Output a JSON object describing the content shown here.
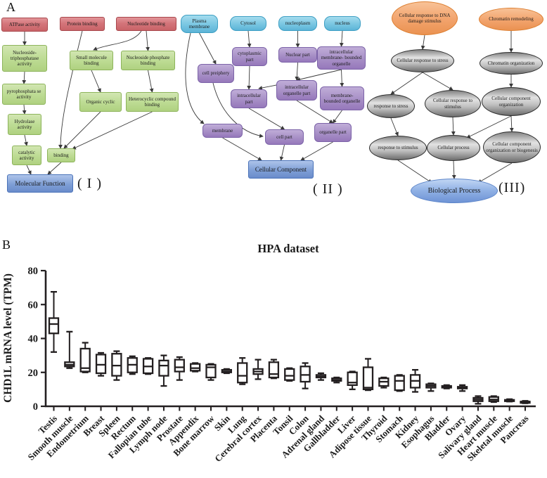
{
  "figure": {
    "panel_a_label": "A",
    "panel_b_label": "B",
    "group_label_1": "( I )",
    "group_label_2": "( II )",
    "group_label_3": "(III)"
  },
  "panel_a": {
    "nodes": [
      {
        "id": "atpase_activity",
        "label": "ATPase activity",
        "kind": "red"
      },
      {
        "id": "protein_binding",
        "label": "Protein binding",
        "kind": "red"
      },
      {
        "id": "nucleotide_binding",
        "label": "Nucleotide binding",
        "kind": "red"
      },
      {
        "id": "nts_activity",
        "label": "Nucleoside- triphosphatase activity",
        "kind": "green"
      },
      {
        "id": "small_molecule_binding",
        "label": "Small molecule binding",
        "kind": "green"
      },
      {
        "id": "nucleoside_phosphate_binding",
        "label": "Nucleoside phosphate binding",
        "kind": "green"
      },
      {
        "id": "pyrophosphatase_activity",
        "label": "pyrophosphata se activity",
        "kind": "green"
      },
      {
        "id": "organic_cyclic",
        "label": "Organic cyclic",
        "kind": "green"
      },
      {
        "id": "heterocyclic_binding",
        "label": "Heterocyclic compound binding",
        "kind": "green"
      },
      {
        "id": "hydrolase_activity",
        "label": "Hydrolase activity",
        "kind": "green"
      },
      {
        "id": "catalytic_activity",
        "label": "catalytic activity",
        "kind": "green"
      },
      {
        "id": "binding",
        "label": "binding",
        "kind": "green"
      },
      {
        "id": "molecular_function",
        "label": "Molecular Function",
        "kind": "blue"
      },
      {
        "id": "plasma_membrane",
        "label": "Plasma membrane",
        "kind": "cyan"
      },
      {
        "id": "cytosol",
        "label": "Cytosol",
        "kind": "cyan"
      },
      {
        "id": "nucleoplasm",
        "label": "nucleoplasm",
        "kind": "cyan"
      },
      {
        "id": "nucleus",
        "label": "nucleus",
        "kind": "cyan"
      },
      {
        "id": "cytoplasmic_part",
        "label": "cytoplasmic part",
        "kind": "purple"
      },
      {
        "id": "nuclear_part",
        "label": "Nuclear part",
        "kind": "purple"
      },
      {
        "id": "imb_organelle",
        "label": "intracellular membrane- bounded organelle",
        "kind": "purple"
      },
      {
        "id": "cell_periphery",
        "label": "cell preiphery",
        "kind": "purple"
      },
      {
        "id": "intracellular_part",
        "label": "intracellular part",
        "kind": "purple"
      },
      {
        "id": "intra_organelle_part",
        "label": "intracellular organelle part",
        "kind": "purple"
      },
      {
        "id": "mb_organelle",
        "label": "membrane- bounded organelle",
        "kind": "purple"
      },
      {
        "id": "membrane",
        "label": "membrane",
        "kind": "purple"
      },
      {
        "id": "cell_part",
        "label": "cell part",
        "kind": "purple"
      },
      {
        "id": "organelle_part",
        "label": "organelle part",
        "kind": "purple"
      },
      {
        "id": "cellular_component",
        "label": "Cellular Component",
        "kind": "blue"
      },
      {
        "id": "crdds",
        "label": "Cellular response to DNA damage stimulus",
        "kind": "ell-orange"
      },
      {
        "id": "chromatin_remodeling",
        "label": "Chromatin remodeling",
        "kind": "ell-orange"
      },
      {
        "id": "cr_stress",
        "label": "Cellular response to stress",
        "kind": "ell-gray"
      },
      {
        "id": "chromatin_organization",
        "label": "Chromatin organization",
        "kind": "ell-gray"
      },
      {
        "id": "response_stress",
        "label": "response to stress",
        "kind": "ell-gray"
      },
      {
        "id": "cr_stimulus",
        "label": "Cellular response to stimulus",
        "kind": "ell-gray"
      },
      {
        "id": "cc_organization",
        "label": "Cellular component organization",
        "kind": "ell-gray"
      },
      {
        "id": "response_stimulus",
        "label": "response to stimulus",
        "kind": "ell-gray"
      },
      {
        "id": "cellular_process",
        "label": "Cellular process",
        "kind": "ell-gray"
      },
      {
        "id": "cc_org_biogenesis",
        "label": "Cellular component organization or biogenesis",
        "kind": "ell-gray"
      },
      {
        "id": "biological_process",
        "label": "Biological Process",
        "kind": "ell-blue"
      }
    ],
    "edges": [
      {
        "from": "atpase_activity",
        "to": "nts_activity"
      },
      {
        "from": "nts_activity",
        "to": "pyrophosphatase_activity"
      },
      {
        "from": "pyrophosphatase_activity",
        "to": "hydrolase_activity"
      },
      {
        "from": "hydrolase_activity",
        "to": "catalytic_activity"
      },
      {
        "from": "catalytic_activity",
        "to": "molecular_function"
      },
      {
        "from": "protein_binding",
        "to": "binding"
      },
      {
        "from": "nucleotide_binding",
        "to": "small_molecule_binding"
      },
      {
        "from": "nucleotide_binding",
        "to": "nucleoside_phosphate_binding"
      },
      {
        "from": "small_molecule_binding",
        "to": "organic_cyclic"
      },
      {
        "from": "nucleoside_phosphate_binding",
        "to": "heterocyclic_binding"
      },
      {
        "from": "organic_cyclic",
        "to": "binding"
      },
      {
        "from": "heterocyclic_binding",
        "to": "binding"
      },
      {
        "from": "binding",
        "to": "molecular_function"
      },
      {
        "from": "plasma_membrane",
        "to": "cell_periphery"
      },
      {
        "from": "plasma_membrane",
        "to": "membrane"
      },
      {
        "from": "cytosol",
        "to": "cytoplasmic_part"
      },
      {
        "from": "nucleoplasm",
        "to": "nuclear_part"
      },
      {
        "from": "nucleus",
        "to": "imb_organelle"
      },
      {
        "from": "cytoplasmic_part",
        "to": "intracellular_part"
      },
      {
        "from": "nuclear_part",
        "to": "intra_organelle_part"
      },
      {
        "from": "imb_organelle",
        "to": "intra_organelle_part"
      },
      {
        "from": "imb_organelle",
        "to": "mb_organelle"
      },
      {
        "from": "cell_periphery",
        "to": "cell_part"
      },
      {
        "from": "intracellular_part",
        "to": "cell_part"
      },
      {
        "from": "intra_organelle_part",
        "to": "intracellular_part"
      },
      {
        "from": "intra_organelle_part",
        "to": "organelle_part"
      },
      {
        "from": "mb_organelle",
        "to": "organelle_part"
      },
      {
        "from": "membrane",
        "to": "cellular_component"
      },
      {
        "from": "cell_part",
        "to": "cellular_component"
      },
      {
        "from": "organelle_part",
        "to": "cellular_component"
      },
      {
        "from": "crdds",
        "to": "cr_stress"
      },
      {
        "from": "chromatin_remodeling",
        "to": "chromatin_organization"
      },
      {
        "from": "cr_stress",
        "to": "response_stress"
      },
      {
        "from": "cr_stress",
        "to": "cr_stimulus"
      },
      {
        "from": "chromatin_organization",
        "to": "cc_organization"
      },
      {
        "from": "response_stress",
        "to": "response_stimulus"
      },
      {
        "from": "cr_stimulus",
        "to": "cellular_process"
      },
      {
        "from": "cc_organization",
        "to": "cellular_process"
      },
      {
        "from": "cc_organization",
        "to": "cc_org_biogenesis"
      },
      {
        "from": "response_stimulus",
        "to": "biological_process"
      },
      {
        "from": "cellular_process",
        "to": "biological_process"
      },
      {
        "from": "cc_org_biogenesis",
        "to": "biological_process"
      }
    ]
  },
  "chart_data": {
    "type": "box",
    "title": "HPA dataset",
    "ylabel": "CHD1L mRNA level (TPM)",
    "ylim": [
      0,
      80
    ],
    "yticks": [
      0,
      20,
      40,
      60,
      80
    ],
    "grid": false,
    "categories": [
      "Testis",
      "Smooth muscle",
      "Endometrium",
      "Breast",
      "Spleen",
      "Rectum",
      "Fallopian tube",
      "Lymph node",
      "Prostate",
      "Appendix",
      "Bone marrow",
      "Skin",
      "Lung",
      "Cerebral cortex",
      "Placenta",
      "Tonsil",
      "Colon",
      "Adrenal gland",
      "Gallbladder",
      "Liver",
      "Adipose tissue",
      "Thyroid",
      "Stomach",
      "Kidney",
      "Esophagus",
      "Bladder",
      "Ovary",
      "Salivary gland",
      "Heart muscle",
      "Skeletal muscle",
      "Pancreas"
    ],
    "series": [
      {
        "name": "CHD1L mRNA level (TPM)",
        "boxes": [
          {
            "min": 32,
            "q1": 43,
            "med": 48.5,
            "q3": 52,
            "max": 67.5
          },
          {
            "min": 22.5,
            "q1": 23.5,
            "med": 24.5,
            "q3": 26,
            "max": 44
          },
          {
            "min": 20,
            "q1": 20.5,
            "med": 22.5,
            "q3": 34,
            "max": 37.5
          },
          {
            "min": 18,
            "q1": 19.5,
            "med": 24.5,
            "q3": 30.5,
            "max": 31.5
          },
          {
            "min": 15.5,
            "q1": 18,
            "med": 24,
            "q3": 31,
            "max": 32.5
          },
          {
            "min": 19,
            "q1": 20,
            "med": 24.5,
            "q3": 28.5,
            "max": 29.5
          },
          {
            "min": 19,
            "q1": 19.5,
            "med": 23.5,
            "q3": 28,
            "max": 28.5
          },
          {
            "min": 12,
            "q1": 18,
            "med": 24,
            "q3": 27,
            "max": 30
          },
          {
            "min": 15.5,
            "q1": 20.5,
            "med": 23,
            "q3": 27.5,
            "max": 29
          },
          {
            "min": 20.5,
            "q1": 21,
            "med": 22.5,
            "q3": 25,
            "max": 25.5
          },
          {
            "min": 15.5,
            "q1": 17,
            "med": 23,
            "q3": 24.5,
            "max": 25
          },
          {
            "min": 19.5,
            "q1": 20,
            "med": 20.5,
            "q3": 21.5,
            "max": 22
          },
          {
            "min": 13,
            "q1": 14,
            "med": 18,
            "q3": 25.5,
            "max": 28.5
          },
          {
            "min": 16,
            "q1": 19,
            "med": 20.5,
            "q3": 22,
            "max": 27.5
          },
          {
            "min": 16.5,
            "q1": 17,
            "med": 19,
            "q3": 26,
            "max": 27.5
          },
          {
            "min": 15,
            "q1": 15.5,
            "med": 18,
            "q3": 22,
            "max": 22.5
          },
          {
            "min": 10.5,
            "q1": 14.5,
            "med": 18.5,
            "q3": 23.5,
            "max": 25.5
          },
          {
            "min": 15.5,
            "q1": 17,
            "med": 17.5,
            "q3": 18.5,
            "max": 19.5
          },
          {
            "min": 14,
            "q1": 15,
            "med": 15.5,
            "q3": 16.5,
            "max": 17
          },
          {
            "min": 10,
            "q1": 12.5,
            "med": 14,
            "q3": 20,
            "max": 20.5
          },
          {
            "min": 9.5,
            "q1": 10,
            "med": 11,
            "q3": 23,
            "max": 28
          },
          {
            "min": 11,
            "q1": 12,
            "med": 14.5,
            "q3": 16.5,
            "max": 17
          },
          {
            "min": 9,
            "q1": 9.5,
            "med": 15,
            "q3": 18,
            "max": 18.5
          },
          {
            "min": 8.5,
            "q1": 11,
            "med": 15,
            "q3": 18.5,
            "max": 21.5
          },
          {
            "min": 9,
            "q1": 11,
            "med": 12,
            "q3": 13,
            "max": 13.5
          },
          {
            "min": 10.5,
            "q1": 11,
            "med": 11.5,
            "q3": 12,
            "max": 12.5
          },
          {
            "min": 9,
            "q1": 10.5,
            "med": 11,
            "q3": 11.5,
            "max": 12.5
          },
          {
            "min": 1.5,
            "q1": 3,
            "med": 4,
            "q3": 5,
            "max": 6
          },
          {
            "min": 2.5,
            "q1": 3,
            "med": 4,
            "q3": 5.5,
            "max": 6
          },
          {
            "min": 2.8,
            "q1": 3,
            "med": 3.4,
            "q3": 3.8,
            "max": 4.2
          },
          {
            "min": 1.8,
            "q1": 2,
            "med": 2.4,
            "q3": 2.8,
            "max": 3.2
          }
        ]
      }
    ]
  },
  "colors": {
    "box_plot_stroke": "#231f20",
    "node_red": "#d4757a",
    "node_green": "#bedc95",
    "node_cyan": "#79c6e2",
    "node_purple": "#a78fc6",
    "node_blue": "#7f9fd6",
    "node_orange": "#f2a36c",
    "node_gray": "#bfbfbf",
    "edge_stroke": "#3a3a3a"
  }
}
